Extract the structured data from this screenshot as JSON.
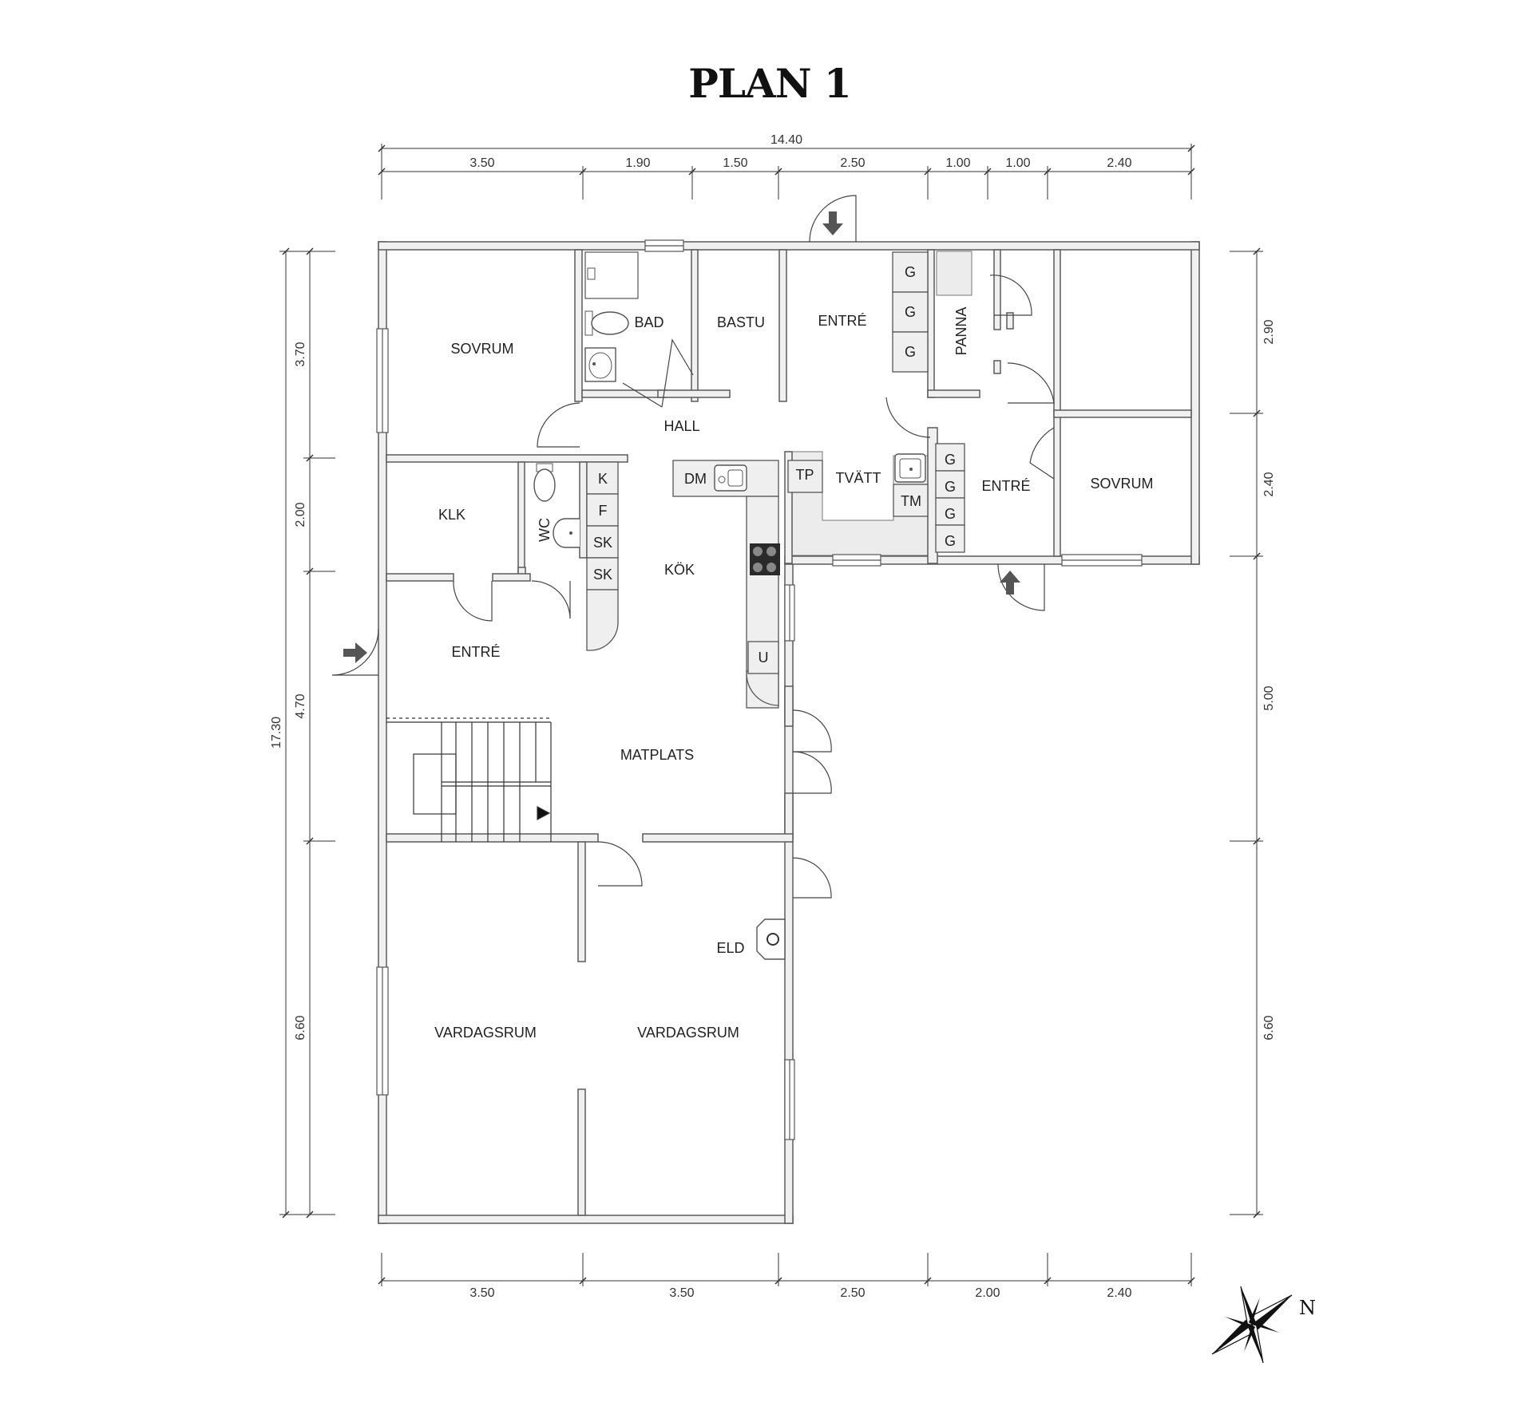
{
  "title": "PLAN 1",
  "rooms": {
    "sovrum_1": "SOVRUM",
    "bad": "BAD",
    "bastu": "BASTU",
    "entre_top": "ENTRÉ",
    "panna": "PANNA",
    "hall": "HALL",
    "klk": "KLK",
    "wc": "WC",
    "kok": "KÖK",
    "tvatt": "TVÄTT",
    "entre_right": "ENTRÉ",
    "sovrum_2": "SOVRUM",
    "entre_left": "ENTRÉ",
    "matplats": "MATPLATS",
    "eld": "ELD",
    "vardagsrum_1": "VARDAGSRUM",
    "vardagsrum_2": "VARDAGSRUM"
  },
  "fixtures": {
    "g": "G",
    "k": "K",
    "f": "F",
    "sk": "SK",
    "dm": "DM",
    "tp": "TP",
    "tm": "TM",
    "u": "U"
  },
  "dimensions": {
    "top_total": "14.40",
    "top": [
      "3.50",
      "1.90",
      "1.50",
      "2.50",
      "1.00",
      "1.00",
      "2.40"
    ],
    "bottom": [
      "3.50",
      "3.50",
      "2.50",
      "2.00",
      "2.40"
    ],
    "left_total": "17.30",
    "left": [
      "3.70",
      "2.00",
      "4.70",
      "6.60"
    ],
    "right": [
      "2.90",
      "2.40",
      "5.00",
      "6.60"
    ]
  },
  "compass": {
    "label": "N"
  }
}
